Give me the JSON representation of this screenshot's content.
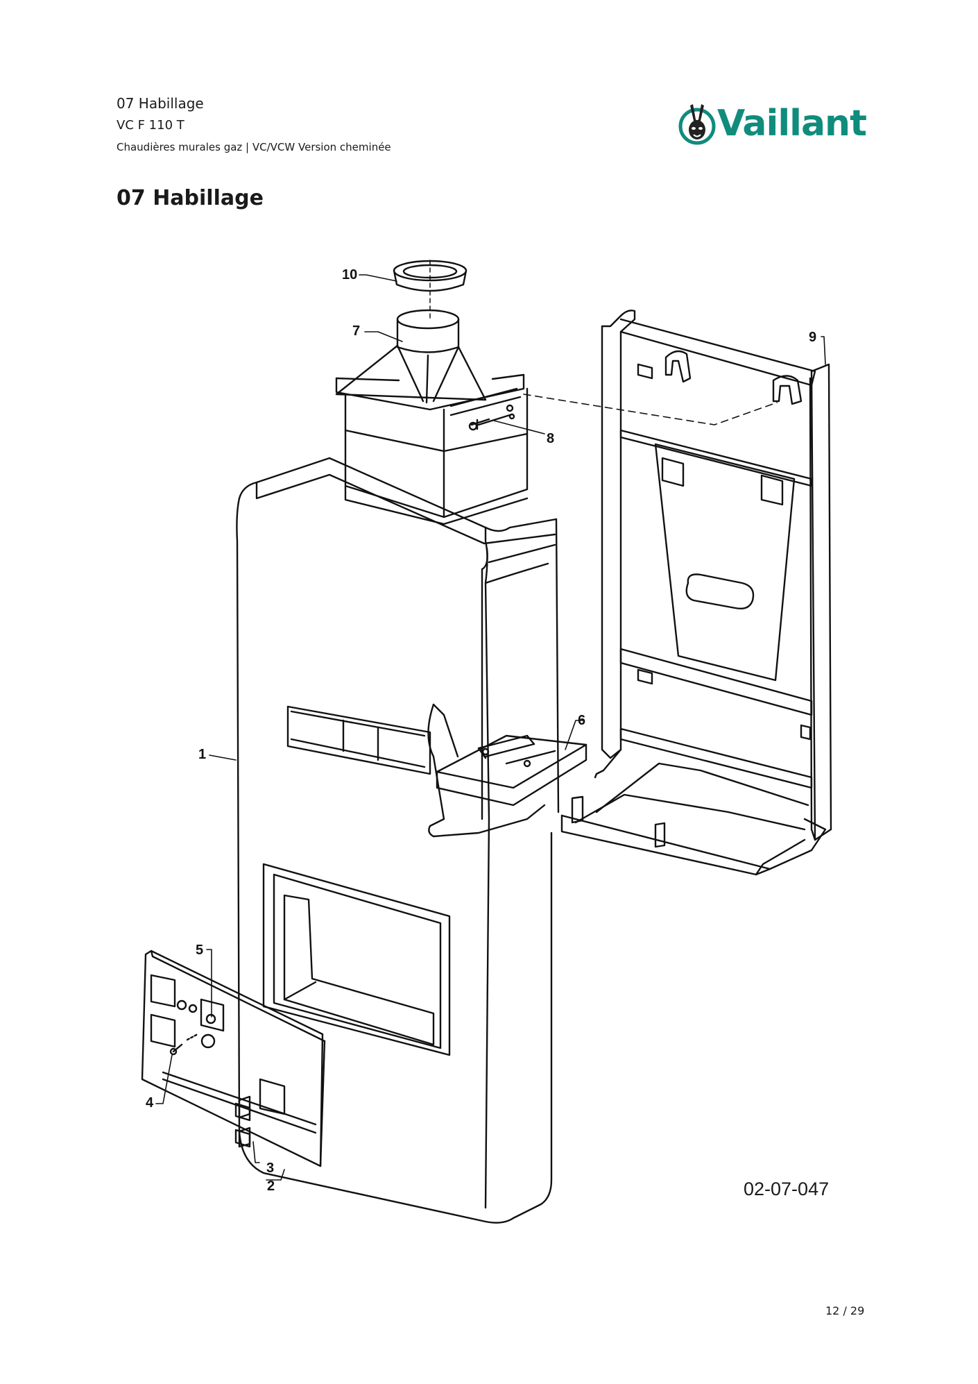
{
  "header": {
    "line1": "07 Habillage",
    "line2": "VC F 110 T",
    "line3": "Chaudières murales gaz | VC/VCW Version cheminée"
  },
  "logo": {
    "text": "Vaillant",
    "icon": "rabbit-logo-icon",
    "color": "#0f8c7c"
  },
  "title": "07 Habillage",
  "drawing": {
    "callouts": [
      "1",
      "2",
      "3",
      "4",
      "5",
      "6",
      "7",
      "8",
      "9",
      "10"
    ],
    "reference": "02-07-047"
  },
  "page_number": "12 / 29"
}
